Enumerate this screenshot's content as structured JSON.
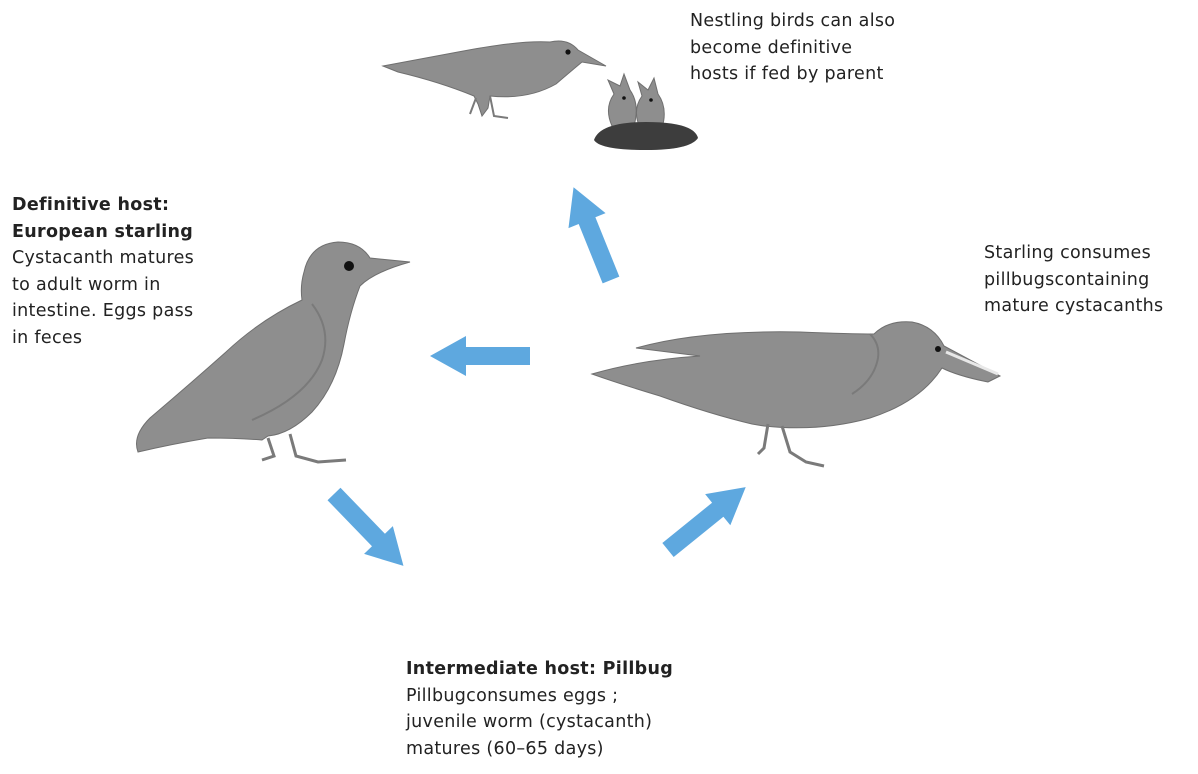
{
  "colors": {
    "bird": "#8e8e8e",
    "bird_edge": "#6f6f6f",
    "arrow": "#5ea8df",
    "nest": "#3d3d3d",
    "text": "#222222"
  },
  "labels": {
    "nestling": {
      "lines": [
        "Nestling birds can also",
        "become definitive",
        "hosts if fed by parent"
      ]
    },
    "definitive": {
      "heading_lines": [
        "Definitive host:",
        "European starling"
      ],
      "lines": [
        "Cystacanth matures",
        "to adult worm in",
        "intestine. Eggs pass",
        "in feces"
      ]
    },
    "starling_consumes": {
      "lines": [
        "Starling consumes",
        "pillbugscontaining",
        "mature cystacanths"
      ]
    },
    "intermediate": {
      "heading": "Intermediate host: Pillbug",
      "lines": [
        "Pillbugconsumes eggs ;",
        "juvenile worm (cystacanth)",
        "matures (60–65 days)"
      ]
    }
  },
  "icons": {
    "top_bird": "starling-feeding-icon",
    "nest": "nestling-nest-icon",
    "left_bird": "standing-starling-icon",
    "right_bird": "starling-with-pillbug-icon"
  }
}
